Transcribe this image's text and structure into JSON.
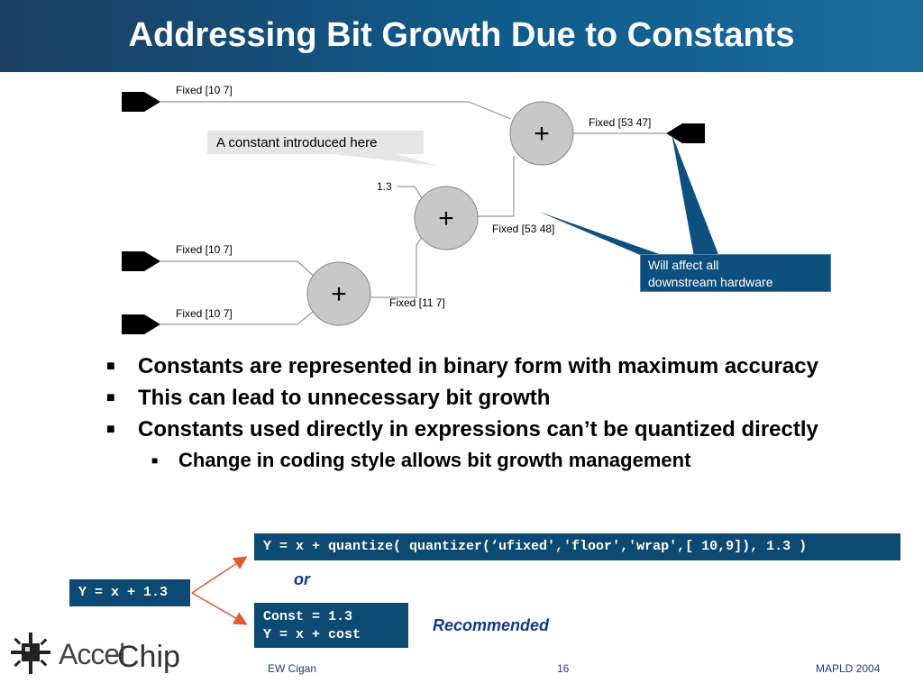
{
  "slide": {
    "title": "Addressing Bit Growth Due to Constants"
  },
  "diagram": {
    "labels": {
      "in_top": "Fixed [10 7]",
      "out_top": "Fixed [53 47]",
      "const_val": "1.3",
      "mid_out": "Fixed [53 48]",
      "in_mid": "Fixed [10 7]",
      "in_bot": "Fixed [10 7]",
      "low_out": "Fixed [11 7]"
    },
    "adders": [
      "+",
      "+",
      "+"
    ],
    "callout_constant": "A constant introduced here",
    "callout_hardware": [
      "Will affect all",
      "downstream hardware"
    ]
  },
  "bullets": [
    "Constants are represented in binary form with maximum accuracy",
    "This can lead to unnecessary bit growth",
    "Constants used directly in expressions can’t be quantized directly"
  ],
  "sub_bullets": [
    "Change in coding style allows bit growth management"
  ],
  "code": {
    "original": "Y = x + 1.3",
    "quantized": "Y = x + quantize( quantizer(‘ufixed','floor','wrap',[ 10,9]), 1.3 )",
    "recommended_lines": [
      "Const = 1.3",
      "Y = x + cost"
    ]
  },
  "annotations": {
    "or": "or",
    "recommended": "Recommended"
  },
  "footer": {
    "author": "EW Cigan",
    "page": "16",
    "event": "MAPLD 2004"
  },
  "logo": {
    "text_1": "Accel",
    "text_2": "Chip"
  },
  "colors": {
    "title_bar": "#1b3e62",
    "code_box": "#0d4a73",
    "accent_text": "#14388f",
    "arrow": "#e05a2a"
  }
}
